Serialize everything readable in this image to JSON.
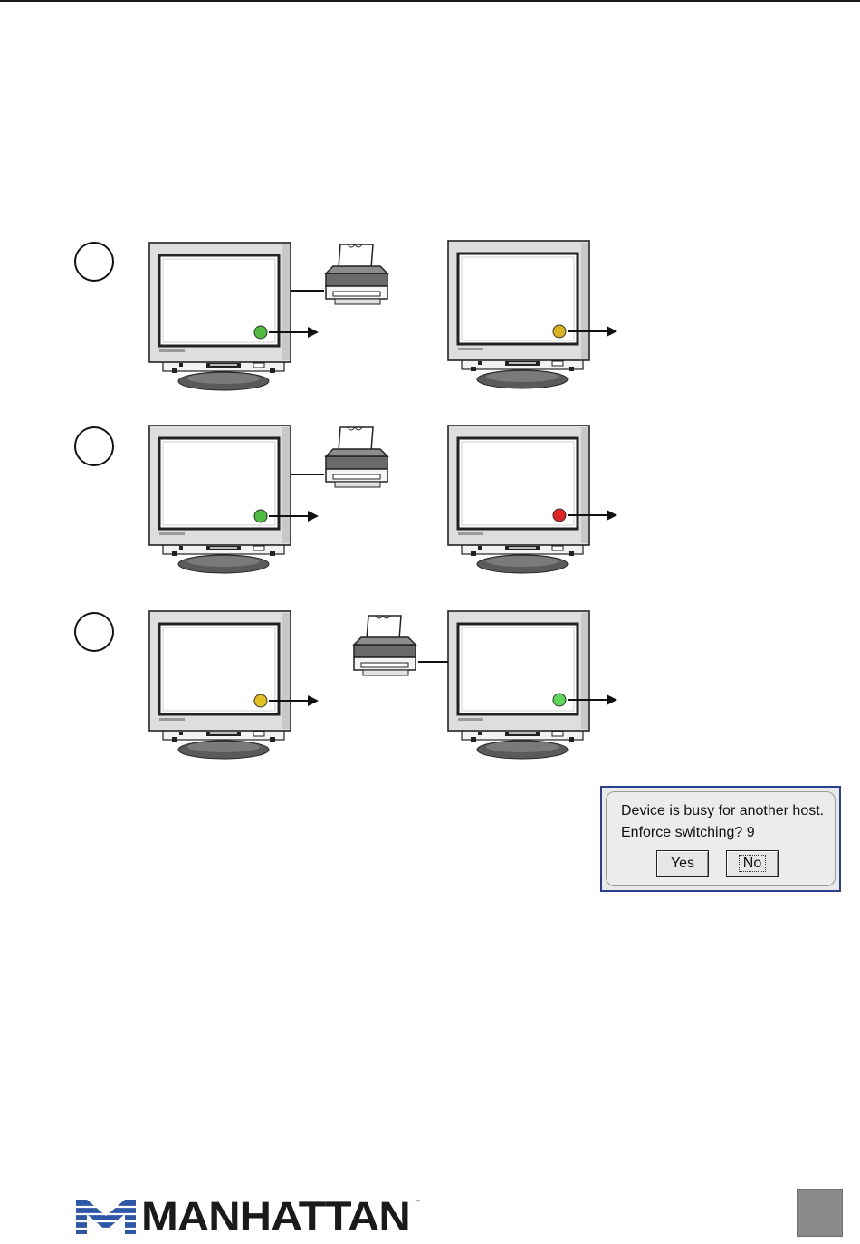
{
  "steps": [
    {
      "number": "",
      "left_led": "#4cbb3e",
      "right_led": "#d8b21f"
    },
    {
      "number": "",
      "left_led": "#4cbb3e",
      "right_led": "#e02424"
    },
    {
      "number": "",
      "left_led": "#e0c020",
      "right_led": "#5ed65a"
    }
  ],
  "dialog": {
    "line1": "Device is busy for another host.",
    "line2": "Enforce switching?  9",
    "yes_label": "Yes",
    "no_label": "No"
  },
  "logo": {
    "wordmark": "MANHATTAN",
    "trademark": "™",
    "brand_color": "#2f57a8"
  }
}
